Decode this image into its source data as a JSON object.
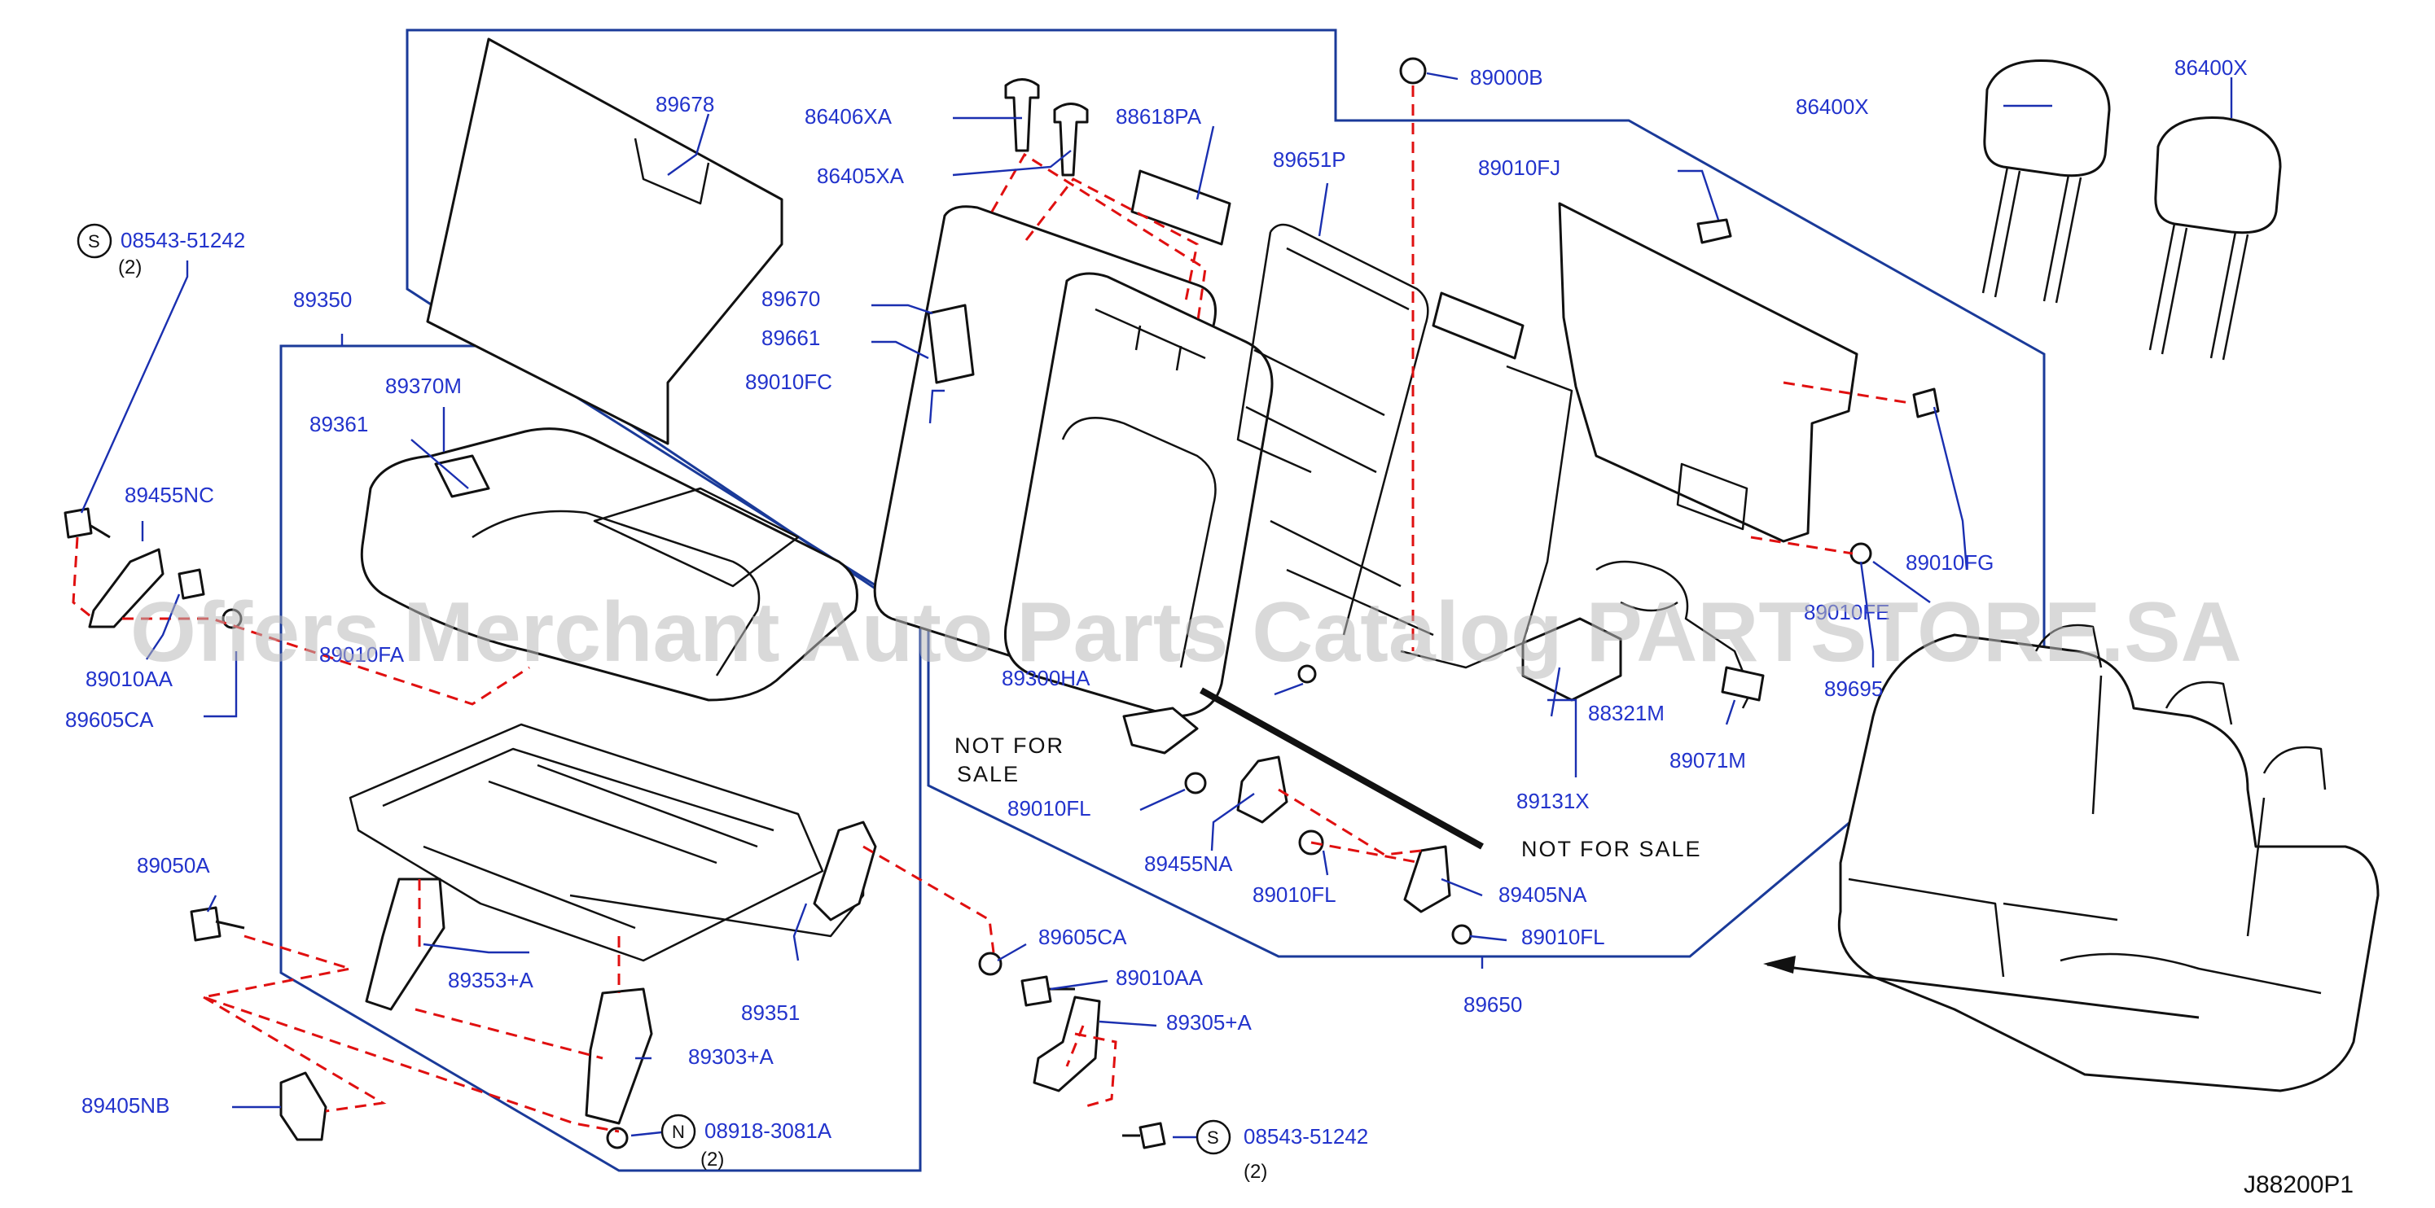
{
  "watermark": "Offers Merchant Auto Parts Catalog PARTSTORE.SA",
  "diagram_code": "J88200P1",
  "not_for_sale_1": "NOT  FOR  SALE",
  "not_for_sale_2_line1": "NOT   FOR",
  "not_for_sale_2_line2": "SALE",
  "circle_s": "S",
  "circle_n": "N",
  "qty_2": "(2)",
  "labels": {
    "p89678": "89678",
    "p86406xa": "86406XA",
    "p86405xa": "86405XA",
    "p88618pa": "88618PA",
    "p89651p": "89651P",
    "p89000b": "89000B",
    "p89010fj": "89010FJ",
    "p86400x_a": "86400X",
    "p86400x_b": "86400X",
    "p08543_top": "08543-51242",
    "p89350": "89350",
    "p89370m": "89370M",
    "p89361": "89361",
    "p89670": "89670",
    "p89661": "89661",
    "p89010fc": "89010FC",
    "p89455nc": "89455NC",
    "p89010aa_l": "89010AA",
    "p89605ca_l": "89605CA",
    "p89010fa": "89010FA",
    "p89010fg": "89010FG",
    "p89010fe": "89010FE",
    "p89695": "89695",
    "p89300ha": "89300HA",
    "p88321m": "88321M",
    "p89071m": "89071M",
    "p89131x": "89131X",
    "p89010fl_a": "89010FL",
    "p89455na": "89455NA",
    "p89010fl_b": "89010FL",
    "p89405na": "89405NA",
    "p89010fl_c": "89010FL",
    "p89650": "89650",
    "p89050a": "89050A",
    "p89353a": "89353+A",
    "p89351": "89351",
    "p89605ca_r": "89605CA",
    "p89010aa_r": "89010AA",
    "p89305a": "89305+A",
    "p89303a": "89303+A",
    "p89405nb": "89405NB",
    "p08918": "08918-3081A",
    "p08543_bot": "08543-51242"
  }
}
